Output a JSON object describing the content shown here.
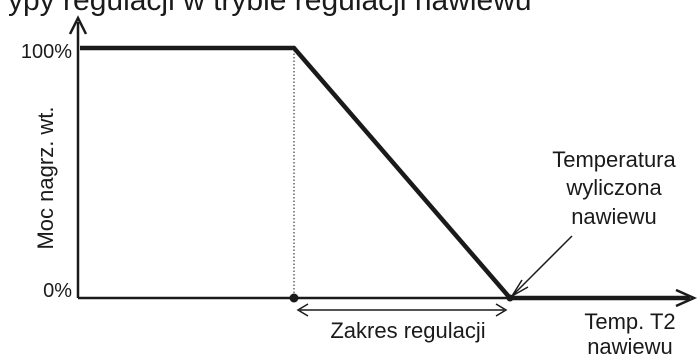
{
  "header_fragment": "ypy regulacji w trybie regulacji nawiewu",
  "colors": {
    "line": "#1a1a1a",
    "background": "#ffffff"
  },
  "chart_data": {
    "type": "line",
    "ylabel": "Moc nagrz. wt.",
    "xlabel_line1": "Temp. T2",
    "xlabel_line2": "nawiewu",
    "y_ticks": [
      "100%",
      "0%"
    ],
    "ylim": [
      0,
      100
    ],
    "series": [
      {
        "points": [
          {
            "x": 0,
            "y": 100
          },
          {
            "x": 1,
            "y": 100
          },
          {
            "x": 2,
            "y": 0
          },
          {
            "x": 3,
            "y": 0
          }
        ]
      }
    ],
    "annotations": {
      "range_label": "Zakres regulacji",
      "setpoint_line1": "Temperatura",
      "setpoint_line2": "wyliczona",
      "setpoint_line3": "nawiewu"
    }
  }
}
